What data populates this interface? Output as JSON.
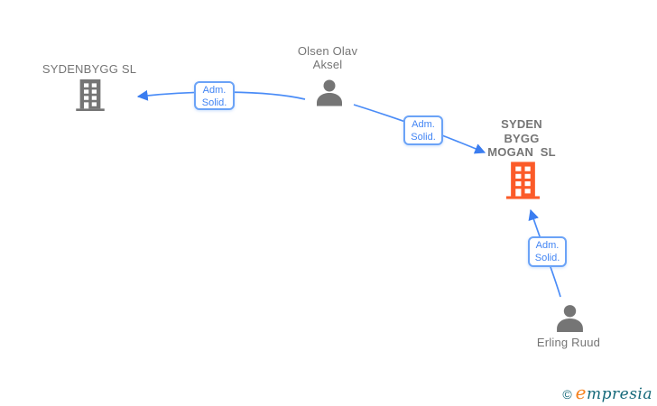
{
  "diagram": {
    "nodes": {
      "sydenbygg": {
        "type": "company",
        "label": "SYDENBYGG SL"
      },
      "olsen": {
        "type": "person",
        "line1": "Olsen Olav",
        "line2": "Aksel"
      },
      "mogan": {
        "type": "company",
        "line1": "SYDEN",
        "line2": "BYGG",
        "line3": "MOGAN  SL",
        "highlighted": true
      },
      "erling": {
        "type": "person",
        "label": "Erling Ruud"
      }
    },
    "edges": [
      {
        "from": "olsen",
        "to": "sydenbygg",
        "label_line1": "Adm.",
        "label_line2": "Solid."
      },
      {
        "from": "olsen",
        "to": "mogan",
        "label_line1": "Adm.",
        "label_line2": "Solid."
      },
      {
        "from": "erling",
        "to": "mogan",
        "label_line1": "Adm.",
        "label_line2": "Solid."
      }
    ]
  },
  "footer": {
    "copyright": "©",
    "brand_first_letter": "e",
    "brand_rest": "mpresia"
  },
  "colors": {
    "edge_blue": "#4a8cf7",
    "edge_label_text": "#4285f4",
    "node_gray": "#757575",
    "company_highlight_orange": "#fb5b29",
    "brand_teal": "#15697a",
    "brand_orange": "#f6821f"
  }
}
